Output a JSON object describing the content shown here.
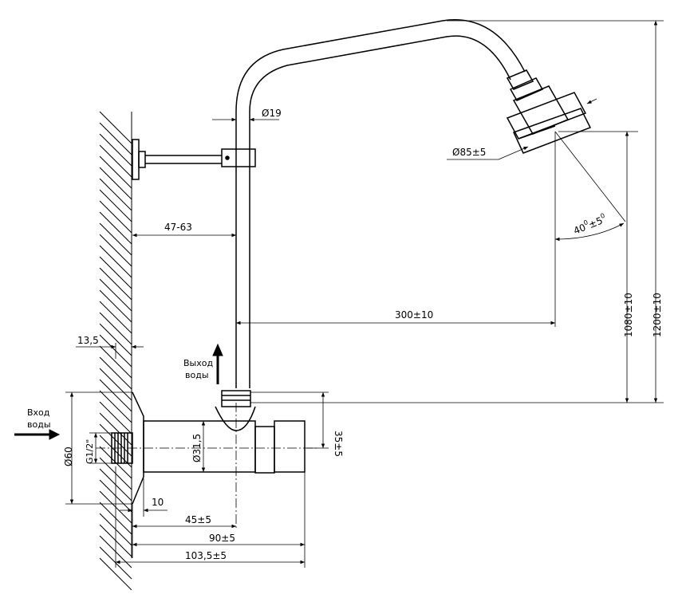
{
  "labels": {
    "inlet": [
      "Вход",
      "воды"
    ],
    "outlet": [
      "Выход",
      "воды"
    ]
  },
  "dimensions": {
    "pipe_diameter": "Ø19",
    "head_diameter": "Ø85±5",
    "wall_to_pipe": "47-63",
    "spray_angle": "40",
    "spray_angle_sup": "0",
    "spray_angle_tol": "±5",
    "spray_angle_tol_sup": "0",
    "arm_reach": "300±10",
    "height_head": "1080±10",
    "height_top": "1200±10",
    "wall_offset": "13,5",
    "body_diameter": "Ø31,5",
    "thread": "G1/2\"",
    "flange_diameter": "Ø60",
    "outlet_height": "35±5",
    "flange_thickness": "10",
    "center_offset": "45±5",
    "body_length": "90±5",
    "total_length": "103,5±5"
  },
  "colors": {
    "line": "#000000",
    "background": "#ffffff"
  }
}
